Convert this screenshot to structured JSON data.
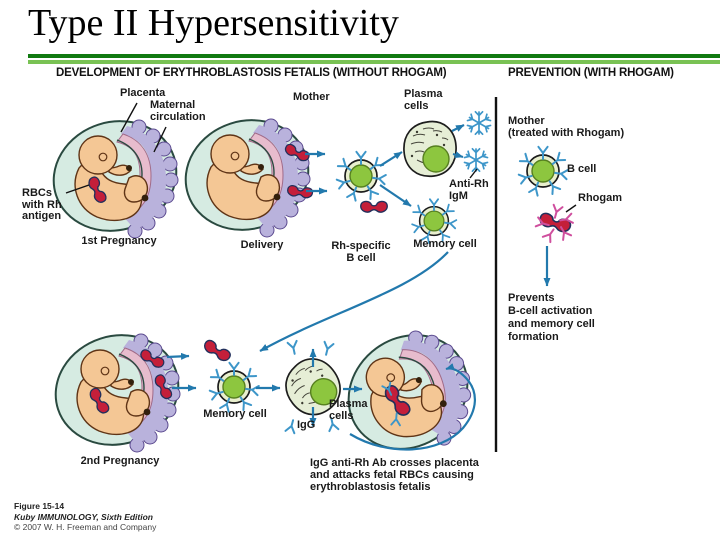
{
  "slide": {
    "title": "Type II Hypersensitivity"
  },
  "panels": {
    "left_header": "DEVELOPMENT OF ERYTHROBLASTOSIS FETALIS (WITHOUT RHOGAM)",
    "right_header": "PREVENTION (WITH RHOGAM)"
  },
  "labels": {
    "placenta": "Placenta",
    "maternal": [
      "Maternal",
      "circulation"
    ],
    "mother": "Mother",
    "plasma_top": [
      "Plasma",
      "cells"
    ],
    "rbcs": [
      "RBCs",
      "with Rh",
      "antigen"
    ],
    "first_pregnancy": "1st Pregnancy",
    "delivery": "Delivery",
    "rh_specific": [
      "Rh-specific",
      "B cell"
    ],
    "anti_rh_igm": [
      "Anti-Rh",
      "IgM"
    ],
    "memory_top": "Memory cell",
    "mother_treated": [
      "Mother",
      "(treated with Rhogam)"
    ],
    "b_cell": "B cell",
    "rhogam": "Rhogam",
    "prevents": [
      "Prevents",
      "B-cell activation",
      "and memory cell",
      "formation"
    ],
    "second_pregnancy": "2nd Pregnancy",
    "memory_bottom": "Memory cell",
    "igg": "IgG",
    "plasma_bottom": [
      "Plasma",
      "cells"
    ],
    "igg_caption": [
      "IgG anti-Rh Ab crosses placenta",
      "and attacks fetal RBCs causing",
      "erythroblastosis fetalis"
    ]
  },
  "footer": {
    "figure": "Figure 15-14",
    "book": "Kuby IMMUNOLOGY, Sixth Edition",
    "copyright": "© 2007 W. H. Freeman and Company"
  },
  "colors": {
    "rule_dark": "#117a11",
    "rule_light": "#79c254",
    "arrow_blue": "#2279ad",
    "antibody_blue": "#3d96c9",
    "cell_green": "#8dc63f",
    "cell_membrane": "#e9efce",
    "rbc_red": "#c41f3a",
    "rhogam_pink": "#cf4f9e",
    "sac_mint": "#d6ebe2",
    "placenta_lavender": "#b9b2dc",
    "placenta_pink": "#e7bccd",
    "skin_peach": "#f4c795"
  },
  "icons": [
    "fetus-icon",
    "rbc-icon",
    "b-cell-icon",
    "memory-cell-icon",
    "plasma-cell-icon",
    "igm-snowflake-icon",
    "igg-antibody-icon",
    "rhogam-complex-icon",
    "arrow-icon"
  ]
}
